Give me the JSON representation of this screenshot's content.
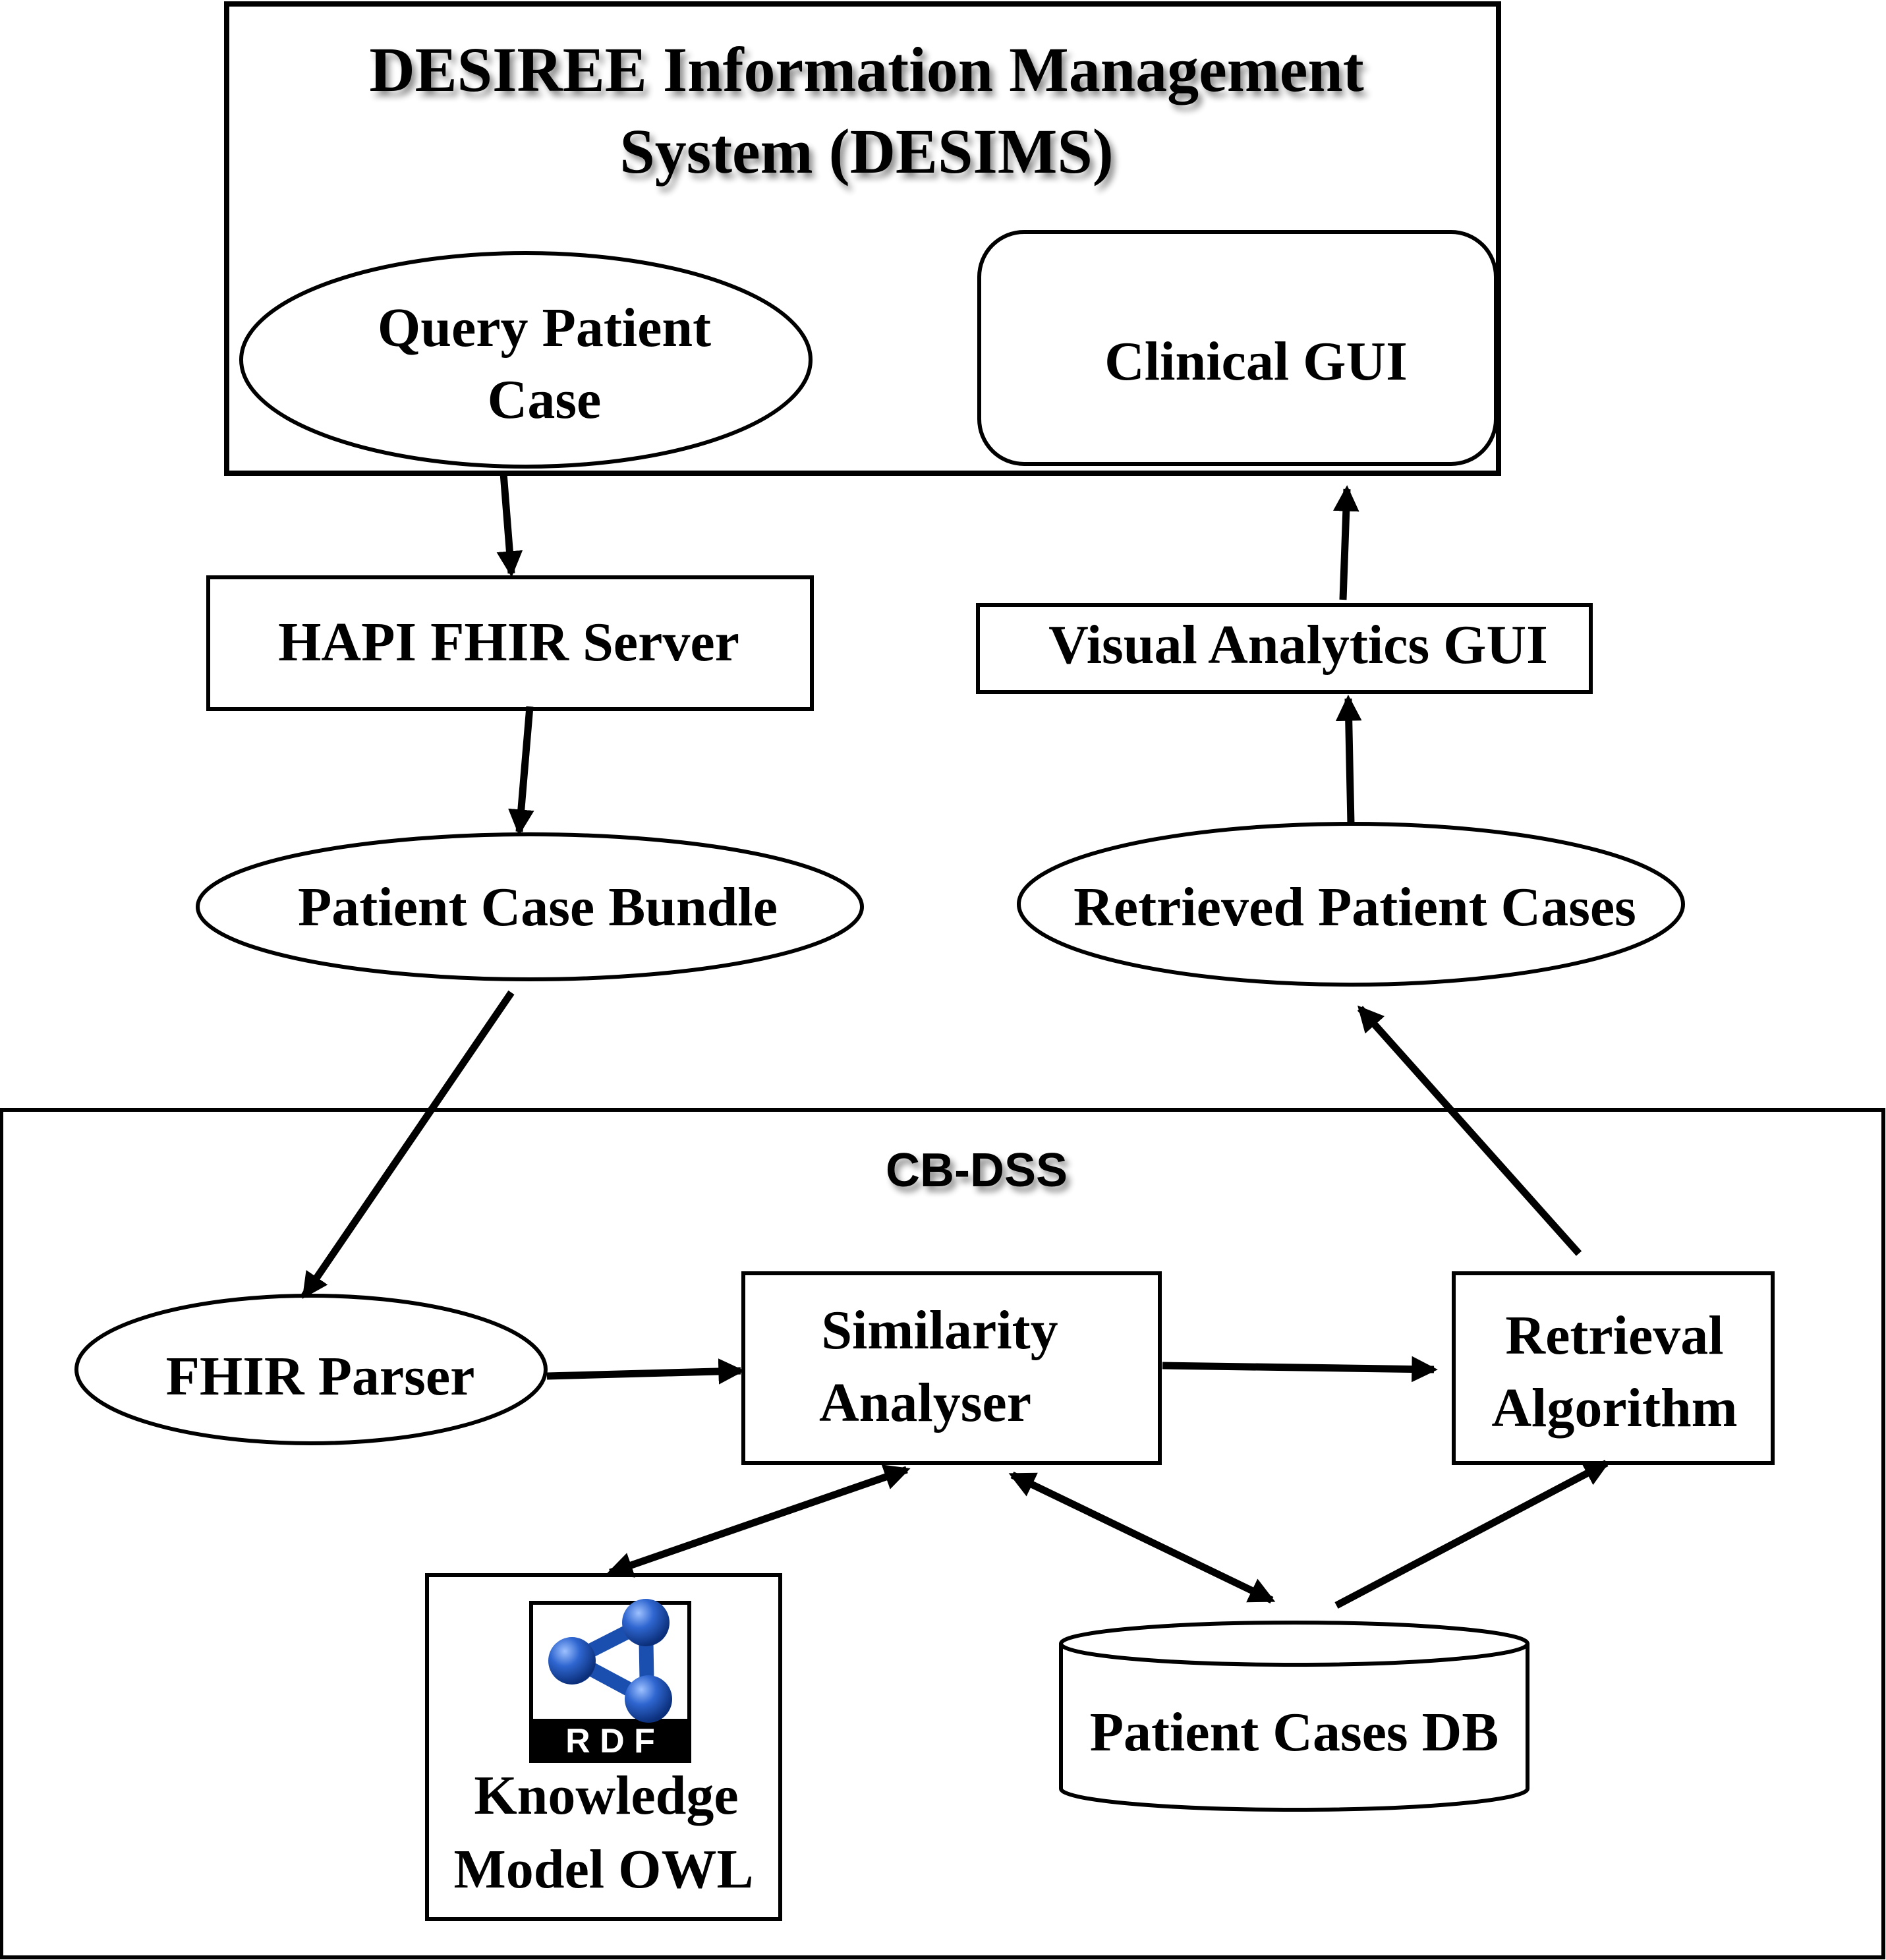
{
  "desims": {
    "title_line1": "DESIREE Information Management",
    "title_line2": "System (DESIMS)",
    "query_line1": "Query Patient",
    "query_line2": "Case",
    "clinical_gui": "Clinical GUI"
  },
  "hapi_server": "HAPI FHIR Server",
  "visual_analytics": "Visual Analytics GUI",
  "case_bundle": "Patient Case Bundle",
  "retrieved_cases": "Retrieved Patient Cases",
  "cbdss": {
    "title": "CB-DSS",
    "fhir_parser": "FHIR Parser",
    "similarity_line1": "Similarity",
    "similarity_line2": "Analyser",
    "retrieval_line1": "Retrieval",
    "retrieval_line2": "Algorithm",
    "knowledge_line1": "Knowledge",
    "knowledge_line2": "Model OWL",
    "rdf_logo": "R D F",
    "db": "Patient Cases DB"
  },
  "colors": {
    "stroke": "#000000",
    "background": "#ffffff",
    "rdf_blue": "#1a4fb0",
    "rdf_black": "#000000"
  }
}
